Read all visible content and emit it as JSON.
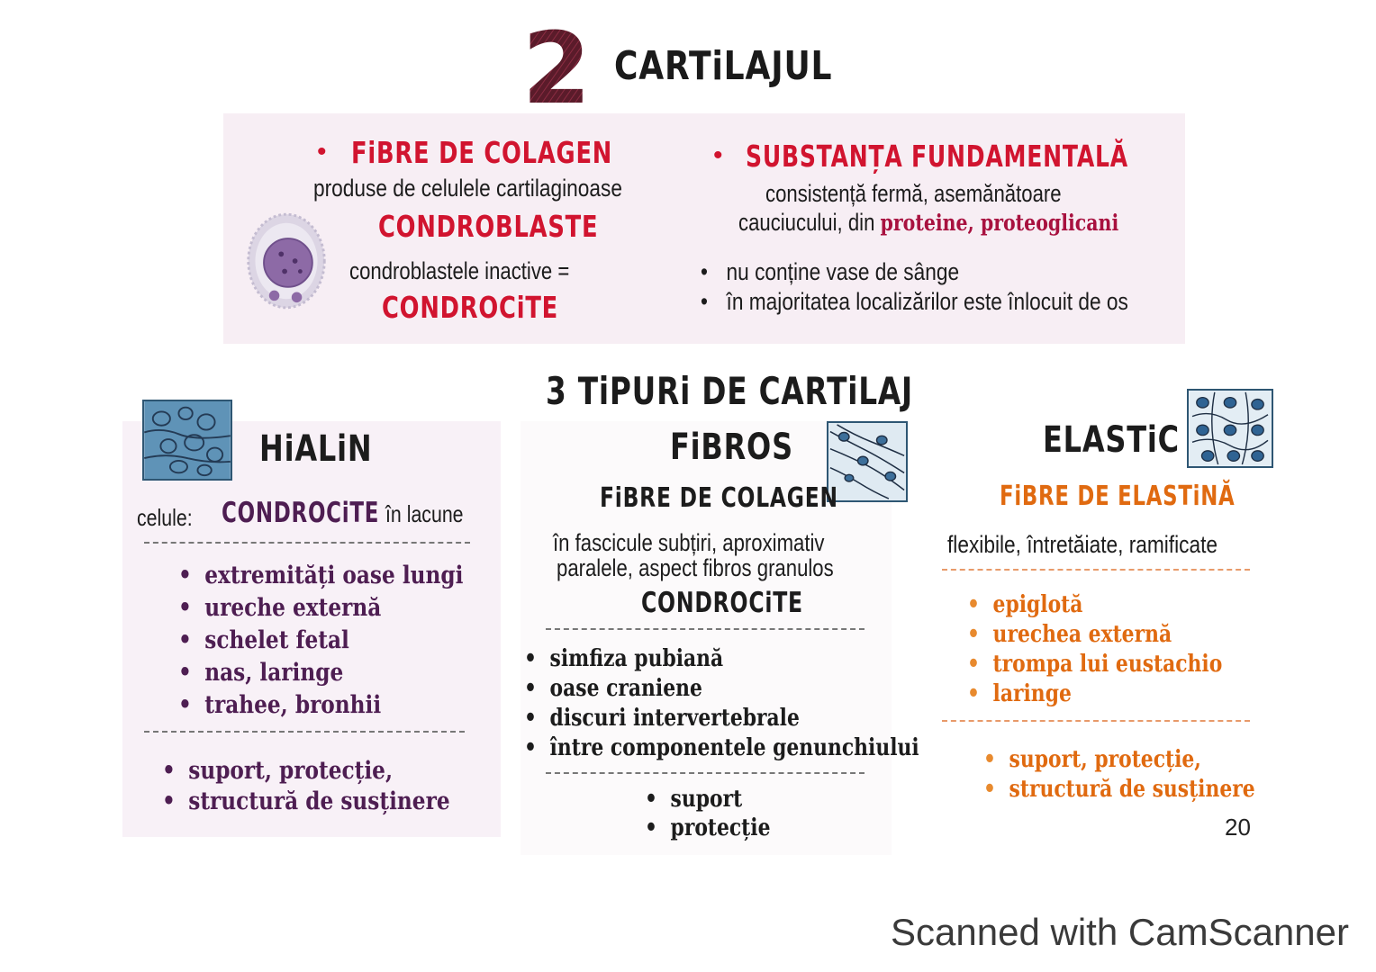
{
  "header": {
    "number": "2",
    "title": "CARTiLAJUL"
  },
  "top": {
    "left": {
      "title": "FiBRE DE COLAGEN",
      "desc": "produse de celulele cartilaginoase",
      "cell1": "CONDROBLASTE",
      "desc2": "condroblastele inactive =",
      "cell2": "CONDROCiTE"
    },
    "right": {
      "title": "SUBSTANȚA FUNDAMENTALĂ",
      "line1": "consistență fermă, asemănătoare",
      "line2_pre": "cauciucului, din ",
      "line2_highlight": "proteine, proteoglicani",
      "bullets": [
        "nu conține vase de sânge",
        "în majoritatea localizărilor este înlocuit de os"
      ]
    }
  },
  "types_title": "3 TiPURi DE CARTiLAJ",
  "hialin": {
    "title": "HiALiN",
    "cells_label": "celule:",
    "cells_value": "CONDROCiTE",
    "cells_suffix": "în lacune",
    "locations": [
      "extremități oase lungi",
      "ureche externă",
      "schelet fetal",
      "nas, laringe",
      "trahee, bronhii"
    ],
    "roles": [
      "suport, protecție,",
      "structură de susținere"
    ]
  },
  "fibros": {
    "title": "FiBROS",
    "subtitle": "FiBRE DE COLAGEN",
    "desc1": "în fascicule subțiri, aproximativ",
    "desc2": "paralele, aspect fibros granulos",
    "cells": "CONDROCiTE",
    "locations": [
      "simfiza pubiană",
      "oase craniene",
      "discuri intervertebrale",
      "între componentele genunchiului"
    ],
    "roles": [
      "suport",
      "protecție"
    ]
  },
  "elastic": {
    "title": "ELASTiC",
    "subtitle": "FiBRE DE ELASTiNĂ",
    "desc": "flexibile, întretăiate, ramificate",
    "locations": [
      "epiglotă",
      "urechea externă",
      "trompa lui eustachio",
      "laringe"
    ],
    "roles": [
      "suport, protecție,",
      "structură de susținere"
    ]
  },
  "page_number": "20",
  "watermark": "Scanned with CamScanner",
  "colors": {
    "red": "#d1142f",
    "maroon": "#a8113f",
    "purple": "#4e1e52",
    "orange": "#e06a10",
    "panel": "#f7eef4"
  }
}
